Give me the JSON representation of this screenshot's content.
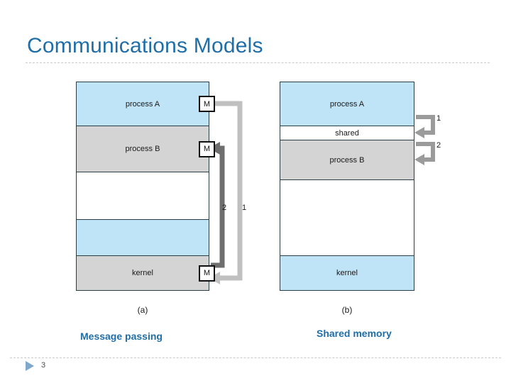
{
  "slide": {
    "title": "Communications Models",
    "page_number": "3",
    "footer_marker_icon": "play-triangle-icon"
  },
  "figure": {
    "panel_a": {
      "caption": "(a)",
      "sub_caption": "Message passing",
      "bands": [
        {
          "label": "process A",
          "fill": "#bfe4f7",
          "kind": "blue",
          "height": 62,
          "mbox": "M"
        },
        {
          "label": "process B",
          "fill": "#d4d4d4",
          "kind": "gray",
          "height": 65,
          "mbox": "M"
        },
        {
          "label": "",
          "fill": "#ffffff",
          "kind": "white",
          "height": 67,
          "mbox": ""
        },
        {
          "label": "",
          "fill": "#bfe4f7",
          "kind": "blue",
          "height": 51,
          "mbox": ""
        },
        {
          "label": "kernel",
          "fill": "#d4d4d4",
          "kind": "gray",
          "height": 48,
          "mbox": "M"
        }
      ],
      "flows": [
        {
          "number": "1",
          "color": "#c0c0c0",
          "from": "process A",
          "to": "kernel"
        },
        {
          "number": "2",
          "color": "#6e6e6e",
          "from": "kernel",
          "to": "process B"
        }
      ]
    },
    "panel_b": {
      "caption": "(b)",
      "sub_caption": "Shared memory",
      "bands": [
        {
          "label": "process A",
          "fill": "#bfe4f7",
          "kind": "blue",
          "height": 62
        },
        {
          "label": "shared",
          "fill": "#ffffff",
          "kind": "white",
          "height": 20
        },
        {
          "label": "process B",
          "fill": "#d4d4d4",
          "kind": "gray",
          "height": 56
        },
        {
          "label": "",
          "fill": "#ffffff",
          "kind": "white",
          "height": 107
        },
        {
          "label": "kernel",
          "fill": "#bfe4f7",
          "kind": "blue",
          "height": 48
        }
      ],
      "flows": [
        {
          "number": "1",
          "color": "#9b9b9b",
          "to": "shared"
        },
        {
          "number": "2",
          "color": "#9b9b9b",
          "to": "process B"
        }
      ]
    }
  },
  "colors": {
    "title_blue": "#1f6ea8",
    "band_blue": "#bfe4f7",
    "band_gray": "#d4d4d4",
    "outline": "#2c3e45",
    "arrow_light": "#c0c0c0",
    "arrow_dark": "#6e6e6e"
  }
}
